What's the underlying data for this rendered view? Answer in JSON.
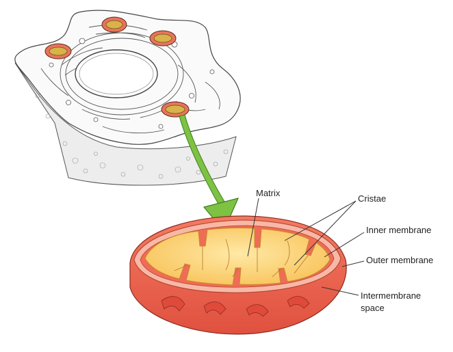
{
  "labels": {
    "matrix": "Matrix",
    "cristae": "Cristae",
    "inner_membrane": "Inner membrane",
    "outer_membrane": "Outer membrane",
    "intermembrane_line1": "Intermembrane",
    "intermembrane_line2": "space"
  },
  "colors": {
    "arrow": "#7dc242",
    "arrow_edge": "#3f7d1f",
    "mito_outer": "#e8594a",
    "mito_inner": "#f6a996",
    "matrix": "#fbd26e",
    "cell_line": "#555555"
  }
}
